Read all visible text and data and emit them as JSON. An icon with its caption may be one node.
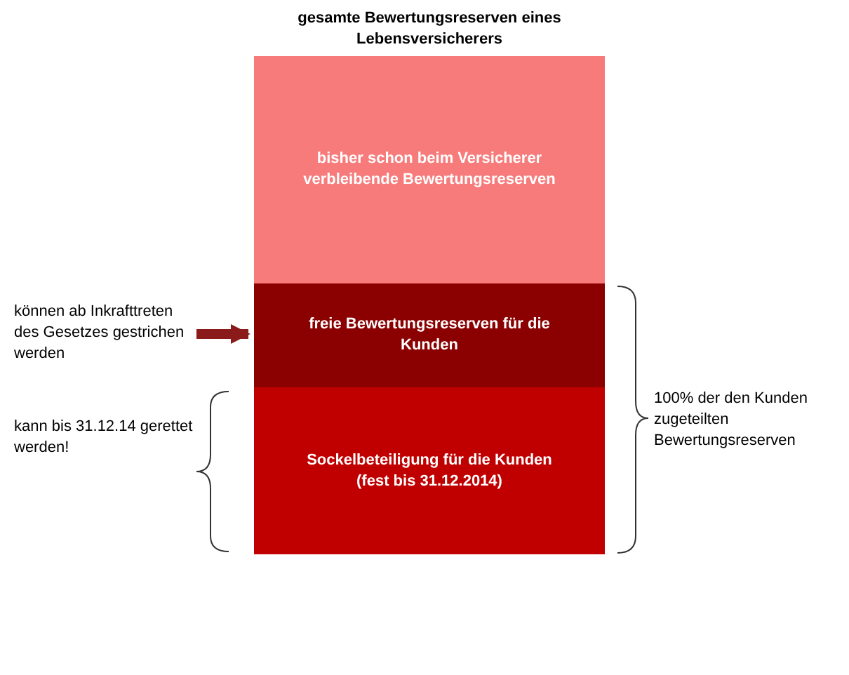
{
  "diagram": {
    "title": "gesamte Bewertungsreserven eines Lebensversicherers",
    "nodes": [
      {
        "text": [
          "bisher schon beim Versicherer verbleibende Bewertungsreserven"
        ]
      },
      {
        "text": [
          "freie Bewertungsreserven für die Kunden"
        ]
      },
      {
        "text": [
          "Sockelbeteiligung für die Kunden (fest bis 31.12.2014)"
        ]
      },
      {
        "text": [
          "können ab Inkrafttreten des Gesetzes gestrichen werden"
        ]
      },
      {
        "text": [
          "kann bis 31.12.14 gerettet werden!"
        ]
      },
      {
        "text": [
          "100% der den Kunden zugeteilten Bewertungsreserven"
        ]
      }
    ],
    "edges": [
      {
        "from": 3,
        "to": 1,
        "arrow": "to",
        "color": "#8b1a1a"
      }
    ]
  }
}
